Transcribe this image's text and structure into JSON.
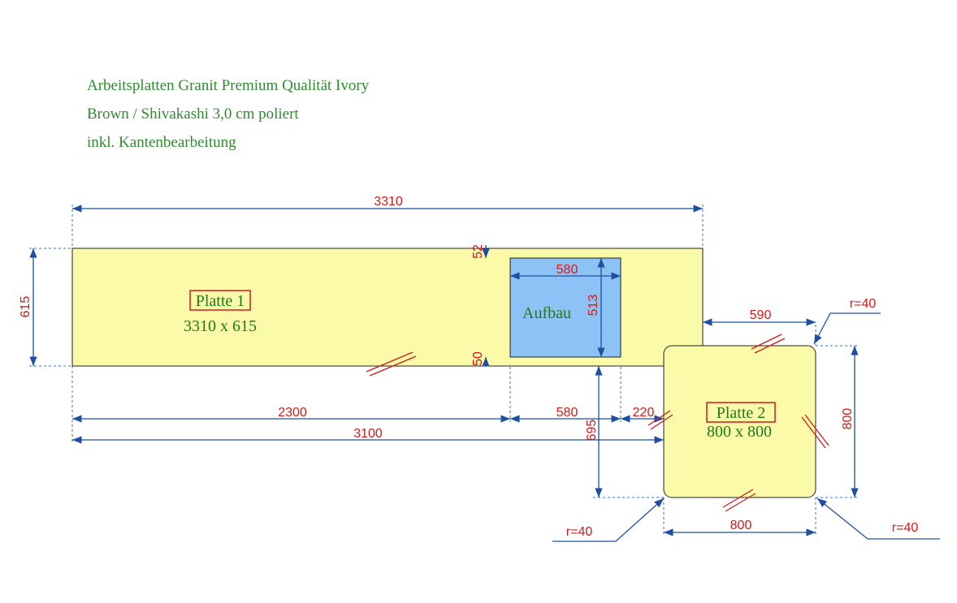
{
  "title_lines": [
    "Arbeitsplatten Granit Premium Qualität Ivory",
    "Brown / Shivakashi 3,0 cm poliert",
    "inkl. Kantenbearbeitung"
  ],
  "plates": {
    "plate1": {
      "name": "Platte 1",
      "size": "3310 x 615"
    },
    "plate2": {
      "name": "Platte 2",
      "size": "800 x 800"
    },
    "cutout": {
      "name": "Aufbau"
    }
  },
  "dimensions": {
    "top_length": "3310",
    "left_height": "615",
    "cut_top_gap": "52",
    "cut_bottom_gap": "50",
    "cut_width": "580",
    "cut_height": "513",
    "gap_590": "590",
    "len_2300": "2300",
    "len_580": "580",
    "len_220": "220",
    "len_3100": "3100",
    "h_695": "695",
    "p2_height": "800",
    "p2_width": "800",
    "radius_top_right": "r=40",
    "radius_bottom_left": "r=40",
    "radius_bottom_right": "r=40"
  },
  "colors": {
    "plate_fill": "#fafaa8",
    "cutout_fill": "#8cc2f5",
    "dimension_line": "#1f4fa0",
    "dimension_text": "#d11a1a",
    "label_text": "#1f7a1f"
  }
}
